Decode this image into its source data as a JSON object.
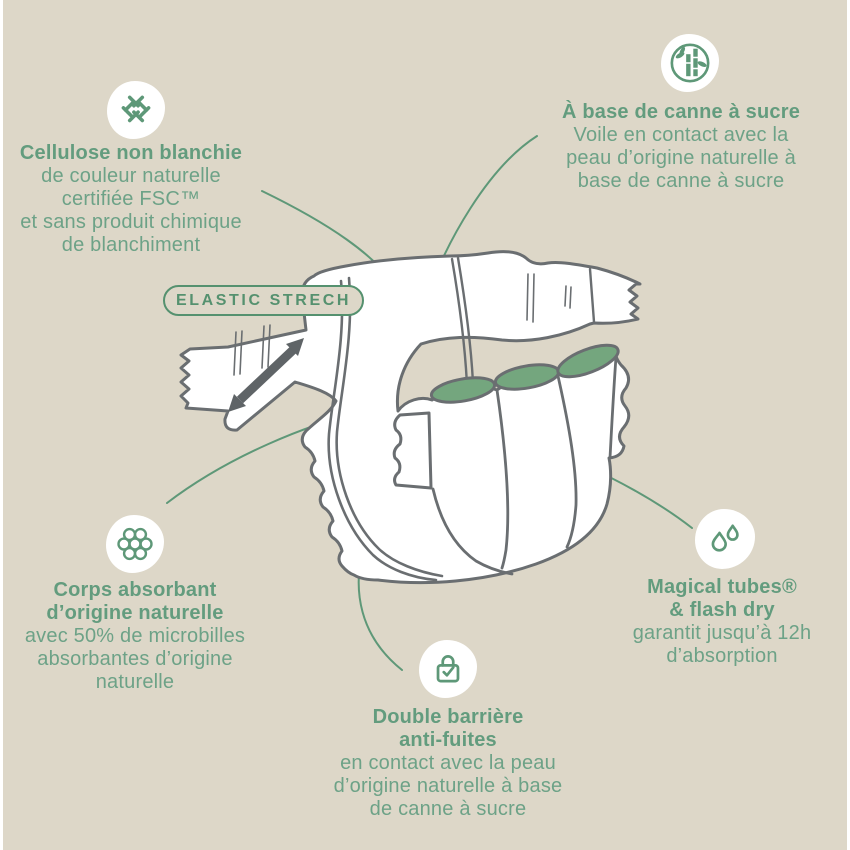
{
  "colors": {
    "background": "#ddd7c8",
    "text_green": "#6da287",
    "line_green": "#5e9878",
    "outline_gray": "#6a6e71",
    "tube_green": "#74a67e",
    "arrow_gray": "#5f6467",
    "badge_green": "#55916f"
  },
  "elastic_badge": {
    "label": "ELASTIC STRECH"
  },
  "features": [
    {
      "icon": "weave-icon",
      "title": [
        "Cellulose non blanchie"
      ],
      "body": [
        "de couleur naturelle",
        "certifiée FSC™",
        "et sans produit chimique",
        "de blanchiment"
      ]
    },
    {
      "icon": "bamboo-icon",
      "title": [
        "À base de canne à sucre"
      ],
      "body": [
        "Voile en contact avec la",
        "peau d’origine naturelle à",
        "base de canne à sucre"
      ]
    },
    {
      "icon": "microbeads-icon",
      "title": [
        "Corps absorbant",
        "d’origine naturelle"
      ],
      "body": [
        "avec 50% de microbilles",
        "absorbantes d’origine",
        "naturelle"
      ]
    },
    {
      "icon": "lock-check-icon",
      "title": [
        "Double barrière",
        "anti-fuites"
      ],
      "body": [
        "en contact avec la peau",
        "d’origine naturelle à base",
        "de canne à sucre"
      ]
    },
    {
      "icon": "droplets-icon",
      "title": [
        "Magical tubes®",
        "& flash dry"
      ],
      "body": [
        "garantit jusqu’à 12h",
        "d’absorption"
      ]
    }
  ]
}
